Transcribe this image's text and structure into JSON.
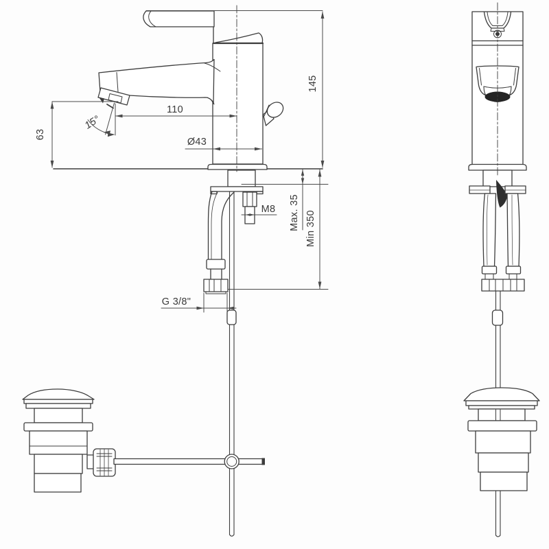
{
  "page": {
    "background": "#fdfdfd",
    "line_color": "#3c3c3c",
    "text_color": "#3a3a3a"
  },
  "drawing": {
    "dimensions": {
      "overall_height": "145",
      "spout_reach": "110",
      "spout_height": "63",
      "aerator_angle": "15°",
      "body_diameter": "Ø43",
      "fixing_stud_thread": "M8",
      "max_deck_thickness": "Max. 35",
      "min_hose_length": "Min 350",
      "supply_hose_thread": "G 3/8\""
    }
  }
}
